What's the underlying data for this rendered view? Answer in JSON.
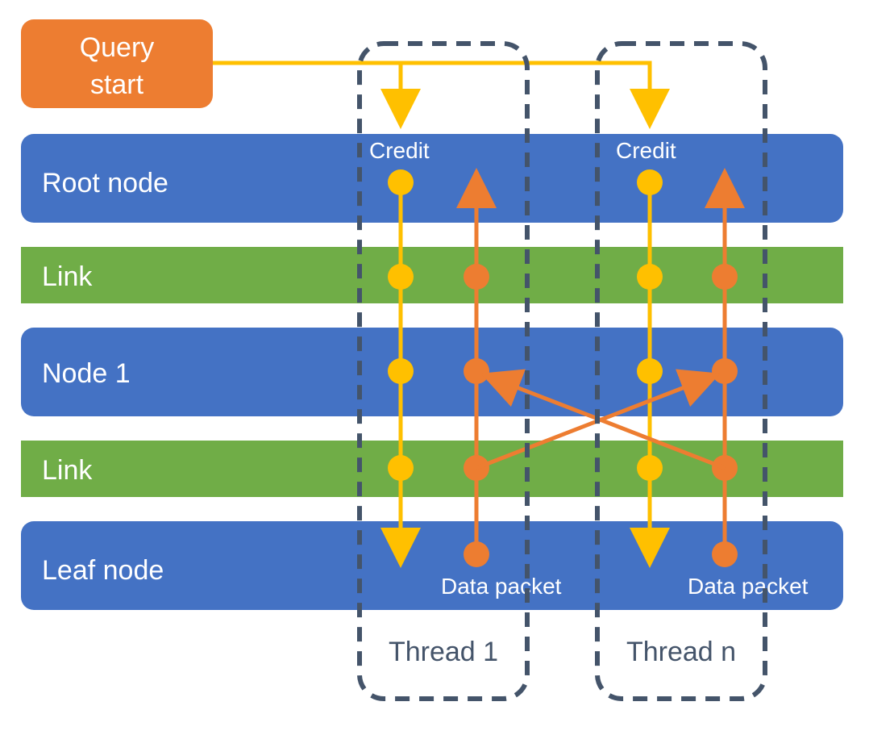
{
  "query_start": {
    "line1": "Query",
    "line2": "start"
  },
  "layers": {
    "root": "Root node",
    "link1": "Link",
    "node1": "Node 1",
    "link2": "Link",
    "leaf": "Leaf node"
  },
  "labels": {
    "credit_1": "Credit",
    "credit_n": "Credit",
    "data_packet_1": "Data packet",
    "data_packet_n": "Data packet"
  },
  "threads": {
    "thread_1": "Thread 1",
    "thread_n": "Thread n"
  },
  "colors": {
    "blue_layer": "#4472c4",
    "green_layer": "#70ad47",
    "query_box": "#ed7d31",
    "credit_yellow": "#ffc000",
    "data_orange": "#ed7d31",
    "thread_dashed": "#44546a"
  }
}
